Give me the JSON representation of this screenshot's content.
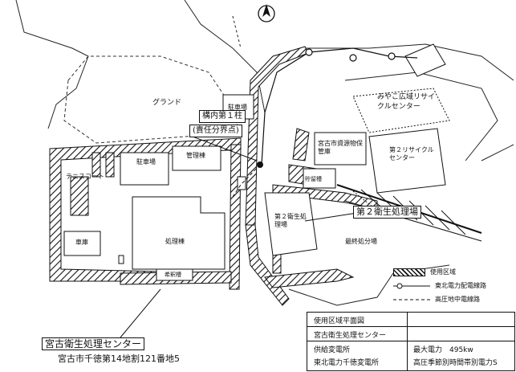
{
  "labels": {
    "ground": "グランド",
    "parking_top": "駐車場",
    "pole_line1": "構内第１柱",
    "pole_line2": "(責任分界点)",
    "admin_bldg": "管理棟",
    "parking_left": "駐車場",
    "tennis_court": "テニスコート",
    "warehouse": "車庫",
    "treatment_bldg": "処理棟",
    "dilution_tank": "希釈槽",
    "resource_warehouse": "宮古市資源物保管庫",
    "storage": "貯留槽",
    "recycle_center": "みやこ広域リサイクルセンター",
    "recycle_center2": "第２リサイクルセンター",
    "plant2_inner": "第２衛生処理場",
    "plant2_callout": "第２衛生処理場",
    "landfill": "最終処分場",
    "facility_name": "宮古衛生処理センター",
    "address": "宮古市千徳第14地割121番地5"
  },
  "legend": {
    "area": "使用区域",
    "overhead_line": "東北電力配電線路",
    "underground_line": "高圧地中電線路"
  },
  "info_table": {
    "title": "使用区域平面図",
    "name": "宮古衛生処理センター",
    "substation_header": "供給変電所",
    "substation": "東北電力千徳変電所",
    "max_power": "最大電力　495kw",
    "contract": "高圧季節別時間帯別電力S"
  }
}
